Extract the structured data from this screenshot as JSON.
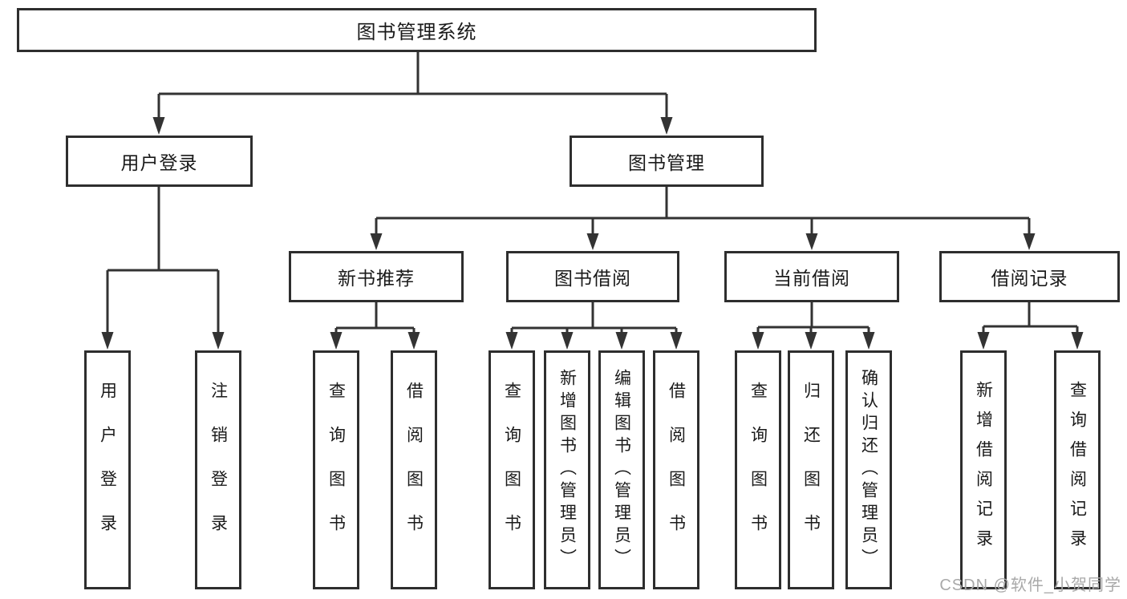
{
  "title": "图书管理系统",
  "watermark": "CSDN @软件_小贺同学",
  "colors": {
    "line": "#333333",
    "box_border": "#2e2e2e",
    "box_fill": "#ffffff",
    "text": "#1a1a1a",
    "watermark": "#a9a9a9",
    "background": "#ffffff"
  },
  "tree": {
    "label": "图书管理系统",
    "children": [
      {
        "label": "用户登录",
        "children": [
          {
            "label": "用户登录"
          },
          {
            "label": "注销登录"
          }
        ]
      },
      {
        "label": "图书管理",
        "children": [
          {
            "label": "新书推荐",
            "children": [
              {
                "label": "查询图书"
              },
              {
                "label": "借阅图书"
              }
            ]
          },
          {
            "label": "图书借阅",
            "children": [
              {
                "label": "查询图书"
              },
              {
                "label": "新增图书（管理员）"
              },
              {
                "label": "编辑图书（管理员）"
              },
              {
                "label": "借阅图书"
              }
            ]
          },
          {
            "label": "当前借阅",
            "children": [
              {
                "label": "查询图书"
              },
              {
                "label": "归还图书"
              },
              {
                "label": "确认归还（管理员）"
              }
            ]
          },
          {
            "label": "借阅记录",
            "children": [
              {
                "label": "新增借阅记录"
              },
              {
                "label": "查询借阅记录"
              }
            ]
          }
        ]
      }
    ]
  }
}
